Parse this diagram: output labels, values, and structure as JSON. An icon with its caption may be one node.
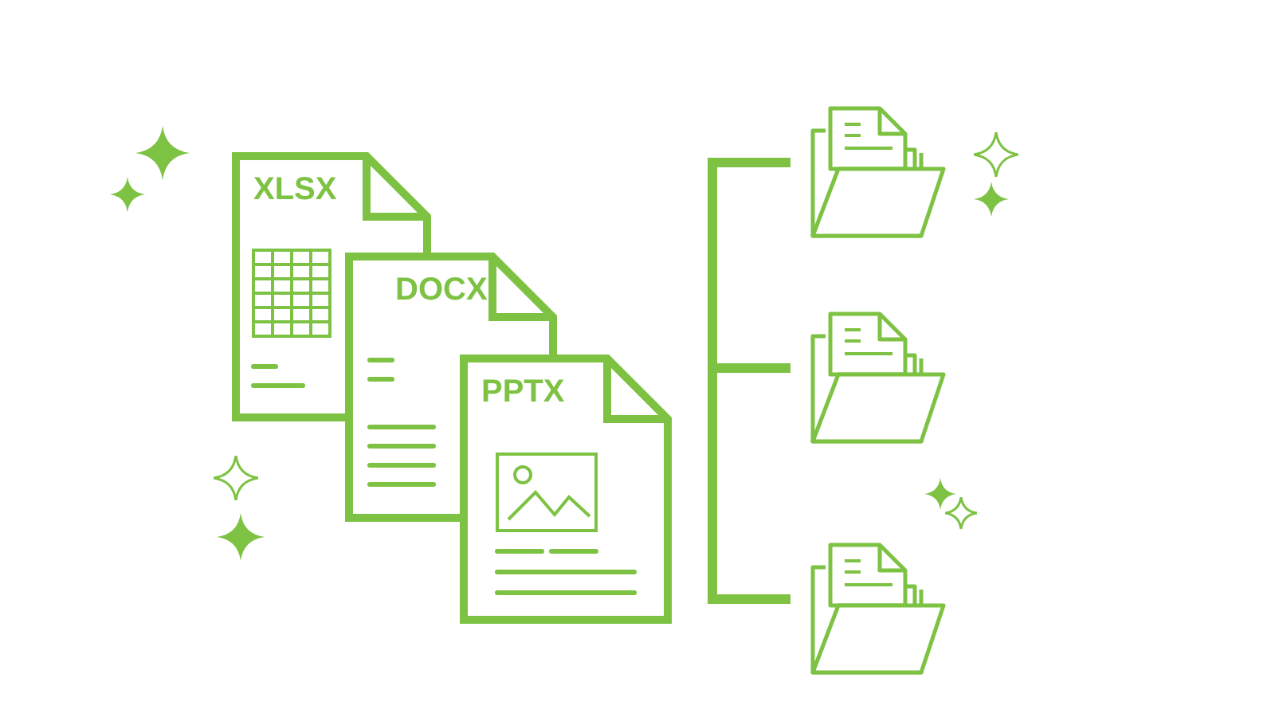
{
  "diagram": {
    "nodes": [
      {
        "text": [
          "XLSX"
        ]
      },
      {
        "text": [
          "DOCX"
        ]
      },
      {
        "text": [
          "PPTX"
        ]
      },
      {
        "text": [],
        "shape": "folder"
      },
      {
        "text": [],
        "shape": "folder"
      },
      {
        "text": [],
        "shape": "folder"
      }
    ],
    "edges": [
      {
        "from": null,
        "to": 3,
        "arrow": "none"
      },
      {
        "from": null,
        "to": 4,
        "arrow": "none"
      },
      {
        "from": null,
        "to": 5,
        "arrow": "none"
      }
    ]
  }
}
